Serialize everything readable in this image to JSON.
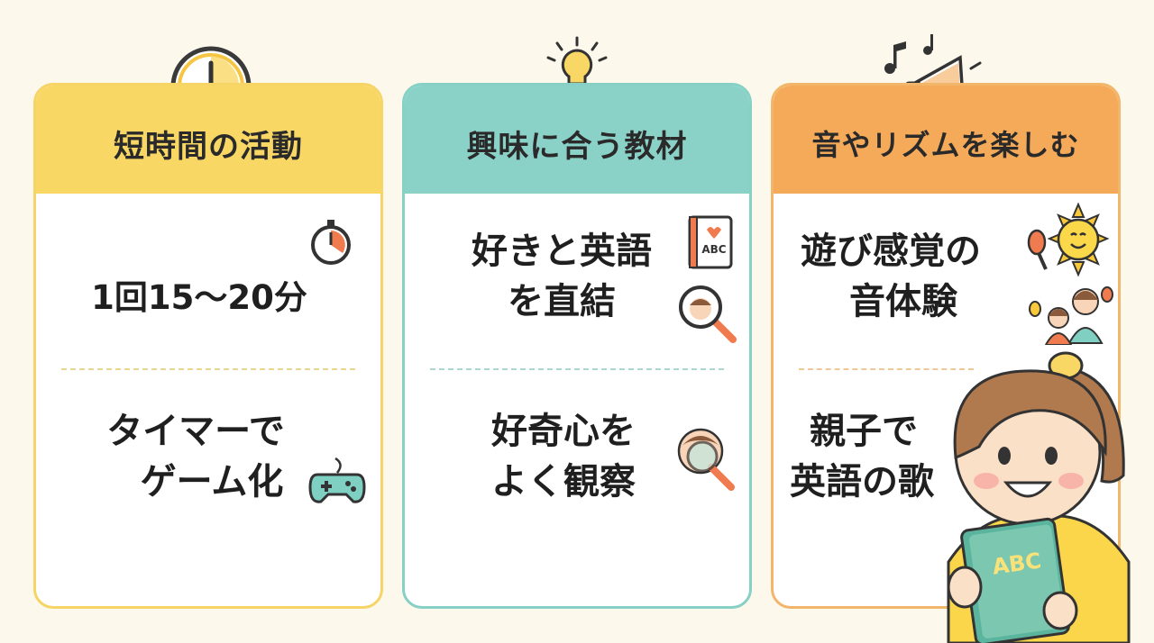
{
  "cards": [
    {
      "title": "短時間の活動",
      "items": [
        {
          "lines": [
            "1回15〜20分"
          ]
        },
        {
          "lines": [
            "タイマーで",
            "ゲーム化"
          ]
        }
      ]
    },
    {
      "title": "興味に合う教材",
      "items": [
        {
          "lines": [
            "好きと英語",
            "を直結"
          ]
        },
        {
          "lines": [
            "好奇心を",
            "よく観察"
          ]
        }
      ]
    },
    {
      "title": "音やリズムを楽しむ",
      "items": [
        {
          "lines": [
            "遊び感覚の",
            "音体験"
          ]
        },
        {
          "lines": [
            "親子で",
            "英語の歌"
          ]
        }
      ]
    }
  ],
  "icons": {
    "book_label": "ABC",
    "girl_book_label": "ABC"
  },
  "colors": {
    "yellow": "#f9d765",
    "teal": "#8ad2c8",
    "orange": "#f5aa5a"
  }
}
